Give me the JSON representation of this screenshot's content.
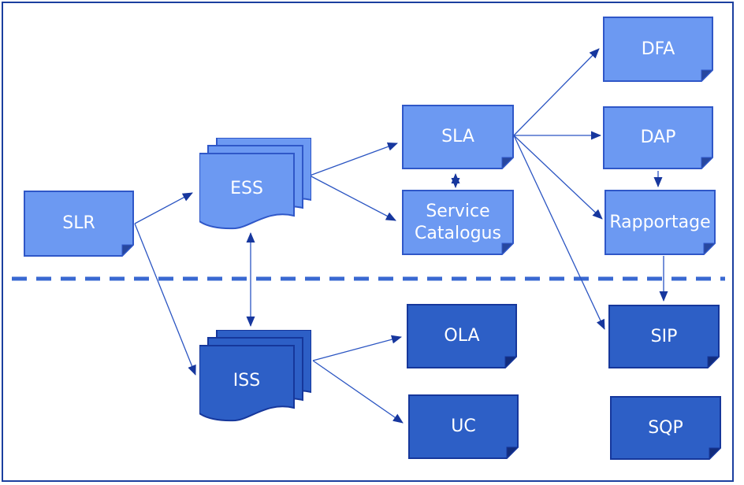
{
  "diagram": {
    "nodes": {
      "slr": {
        "label": "SLR",
        "type": "document",
        "tone": "light"
      },
      "ess": {
        "label": "ESS",
        "type": "multi-document",
        "tone": "light"
      },
      "iss": {
        "label": "ISS",
        "type": "multi-document",
        "tone": "dark"
      },
      "sla": {
        "label": "SLA",
        "type": "document",
        "tone": "light"
      },
      "service_catalogus": {
        "label": "Service Catalogus",
        "type": "document",
        "tone": "light"
      },
      "ola": {
        "label": "OLA",
        "type": "document",
        "tone": "dark"
      },
      "uc": {
        "label": "UC",
        "type": "document",
        "tone": "dark"
      },
      "dfa": {
        "label": "DFA",
        "type": "document",
        "tone": "light"
      },
      "dap": {
        "label": "DAP",
        "type": "document",
        "tone": "light"
      },
      "rapportage": {
        "label": "Rapportage",
        "type": "document",
        "tone": "light"
      },
      "sip": {
        "label": "SIP",
        "type": "document",
        "tone": "dark"
      },
      "sqp": {
        "label": "SQP",
        "type": "document",
        "tone": "dark"
      }
    },
    "edges": [
      {
        "from": "SLR",
        "to": "ESS",
        "bidirectional": false
      },
      {
        "from": "SLR",
        "to": "ISS",
        "bidirectional": false
      },
      {
        "from": "ESS",
        "to": "ISS",
        "bidirectional": true
      },
      {
        "from": "ESS",
        "to": "SLA",
        "bidirectional": false
      },
      {
        "from": "ESS",
        "to": "Service Catalogus",
        "bidirectional": false
      },
      {
        "from": "SLA",
        "to": "Service Catalogus",
        "bidirectional": true
      },
      {
        "from": "SLA",
        "to": "DFA",
        "bidirectional": false
      },
      {
        "from": "SLA",
        "to": "DAP",
        "bidirectional": false
      },
      {
        "from": "SLA",
        "to": "Rapportage",
        "bidirectional": false
      },
      {
        "from": "SLA",
        "to": "SIP",
        "bidirectional": false
      },
      {
        "from": "DAP",
        "to": "Rapportage",
        "bidirectional": false
      },
      {
        "from": "Rapportage",
        "to": "SIP",
        "bidirectional": false
      },
      {
        "from": "ISS",
        "to": "OLA",
        "bidirectional": false
      },
      {
        "from": "ISS",
        "to": "UC",
        "bidirectional": false
      }
    ],
    "divider": {
      "style": "dashed",
      "orientation": "horizontal"
    },
    "colors": {
      "light_fill": "#6C99F2",
      "light_stroke": "#2F57C8",
      "light_fold": "#27479F",
      "dark_fill": "#2D5FC6",
      "dark_stroke": "#16379B",
      "dark_fold": "#122C7C",
      "connector": "#2B55C2",
      "arrowhead": "#17379E",
      "divider": "#3968D1",
      "frame": "#1B3F9F",
      "label_text": "#FFFFFF",
      "background": "#FFFFFF"
    }
  }
}
